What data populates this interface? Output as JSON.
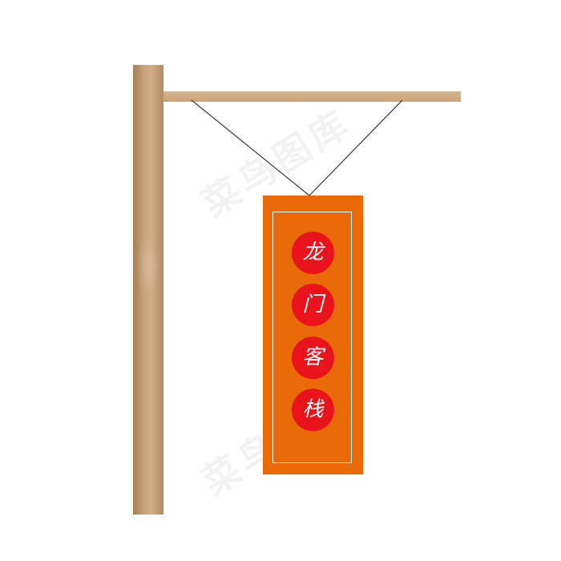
{
  "sign": {
    "characters": [
      "龙",
      "门",
      "客",
      "栈"
    ]
  },
  "watermark": {
    "text": "菜鸟图库"
  },
  "colors": {
    "wood_post": "#c7a27a",
    "wood_beam": "#d0ae86",
    "banner": "#ea6a08",
    "circle": "#e8131b",
    "text": "#ffffff",
    "string": "#333333"
  }
}
